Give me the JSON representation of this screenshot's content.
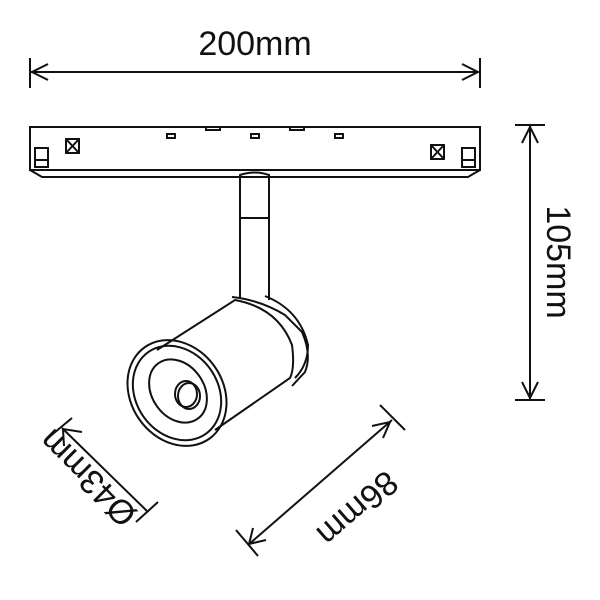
{
  "dimensions": {
    "width": "200mm",
    "height": "105mm",
    "diameter": "Ø43mm",
    "length": "86mm"
  },
  "colors": {
    "line": "#111111",
    "background": "#ffffff"
  }
}
